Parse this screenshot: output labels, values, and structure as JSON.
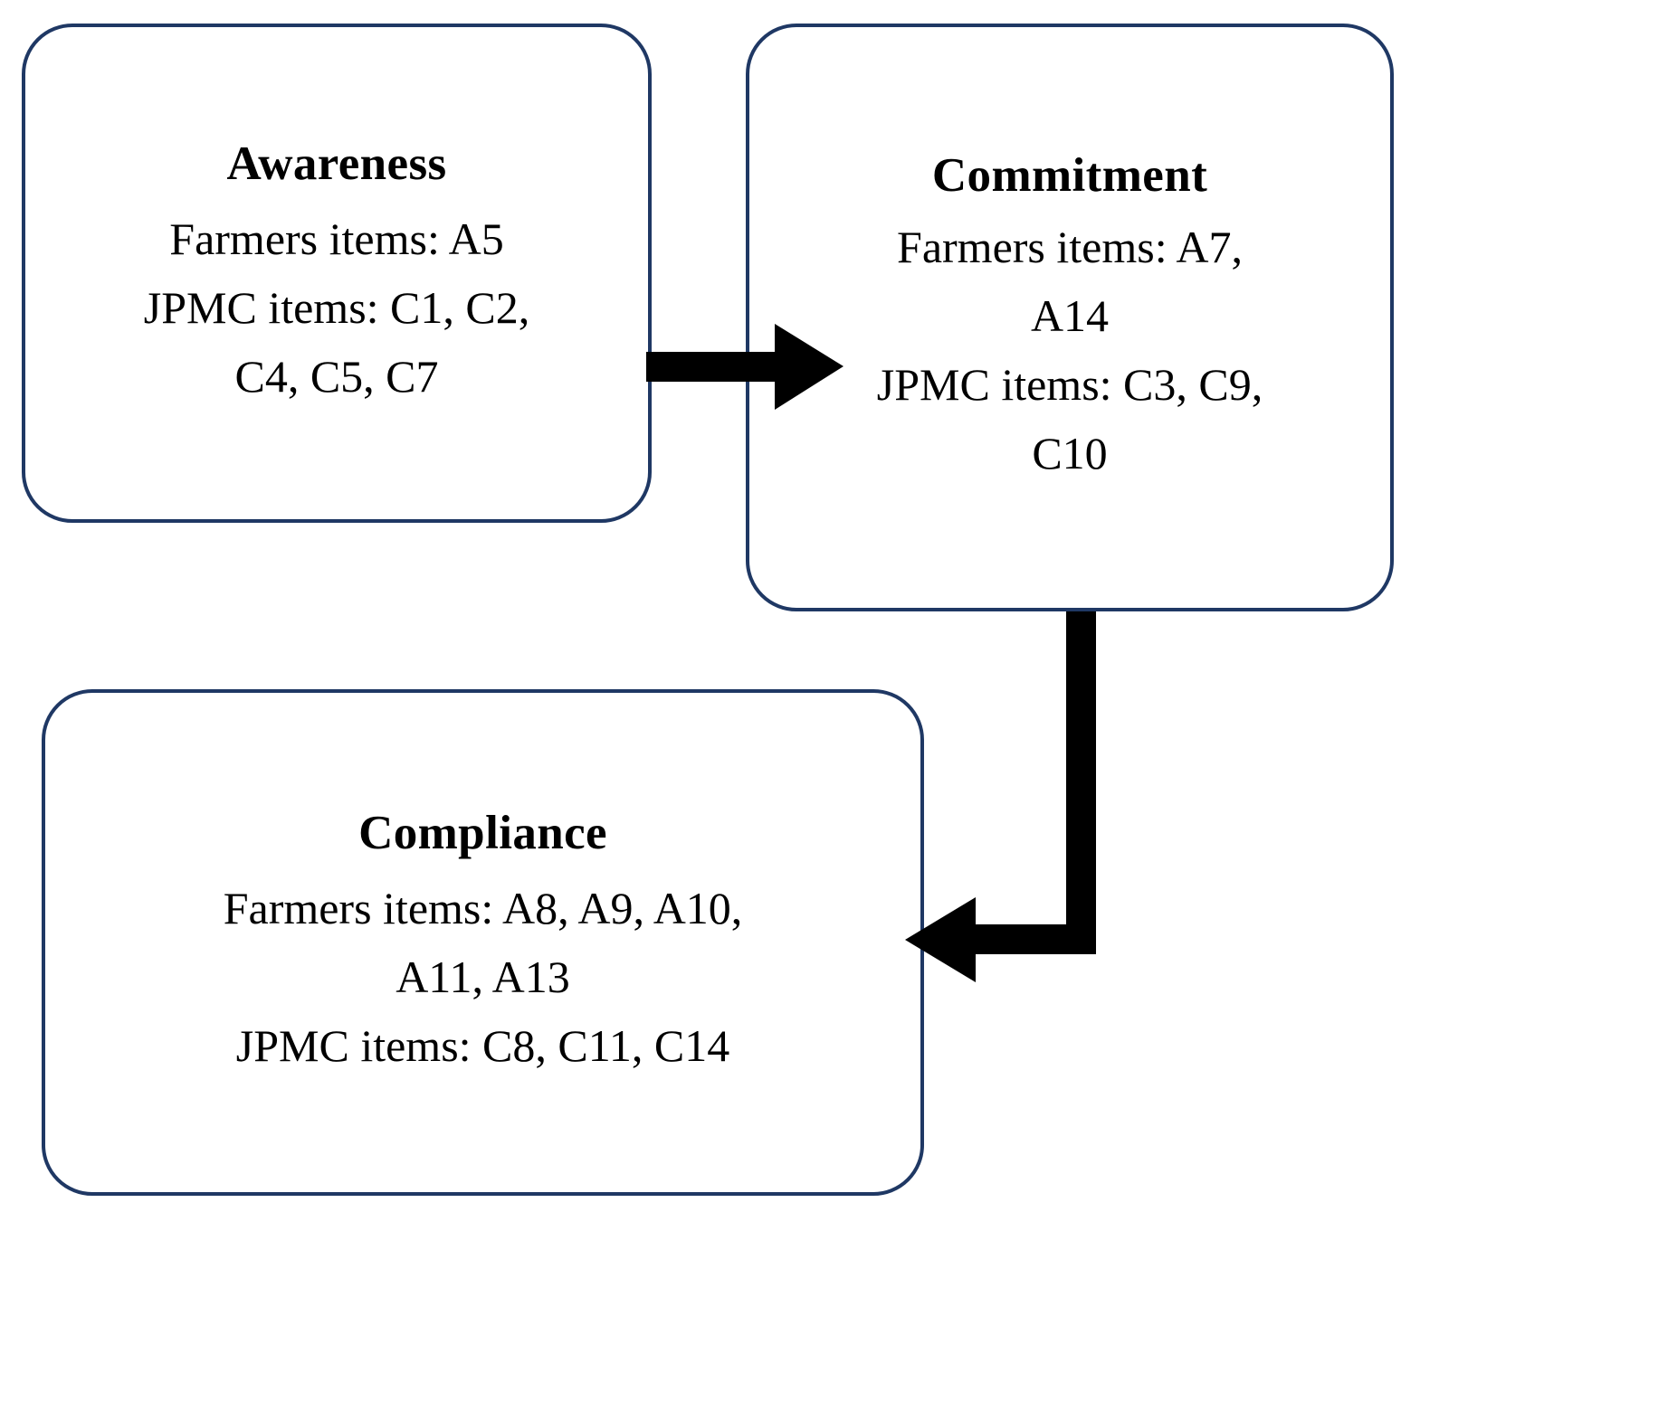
{
  "diagram": {
    "type": "flow-diagram",
    "background_color": "#ffffff",
    "box_border_color": "#1F3864",
    "arrow_color": "#000000",
    "nodes": [
      {
        "id": "awareness",
        "title": "Awareness",
        "lines": [
          "Farmers items: A5",
          "JPMC items: C1, C2,",
          "C4, C5, C7"
        ]
      },
      {
        "id": "commitment",
        "title": "Commitment",
        "lines": [
          "Farmers items: A7,",
          "A14",
          "JPMC items: C3, C9,",
          "C10"
        ]
      },
      {
        "id": "compliance",
        "title": "Compliance",
        "lines": [
          "Farmers items: A8, A9, A10,",
          "A11, A13",
          "JPMC items: C8, C11, C14"
        ]
      }
    ],
    "connections": [
      {
        "id": "awareness-to-commitment",
        "from": "awareness",
        "to": "commitment",
        "style": "straight-horizontal"
      },
      {
        "id": "commitment-to-compliance",
        "from": "commitment",
        "to": "compliance",
        "style": "elbow-down-left"
      }
    ]
  }
}
